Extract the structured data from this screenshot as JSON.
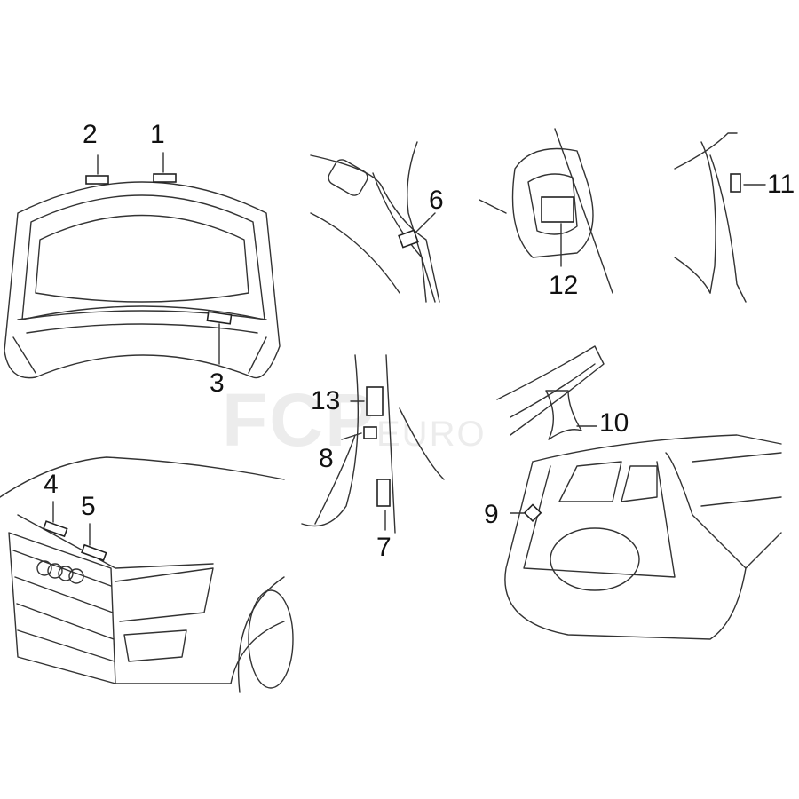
{
  "watermark": {
    "brand": "FCP",
    "suffix": "EURO"
  },
  "callouts": [
    {
      "id": "1",
      "label": "1"
    },
    {
      "id": "2",
      "label": "2"
    },
    {
      "id": "3",
      "label": "3"
    },
    {
      "id": "4",
      "label": "4"
    },
    {
      "id": "5",
      "label": "5"
    },
    {
      "id": "6",
      "label": "6"
    },
    {
      "id": "7",
      "label": "7"
    },
    {
      "id": "8",
      "label": "8"
    },
    {
      "id": "9",
      "label": "9"
    },
    {
      "id": "10",
      "label": "10"
    },
    {
      "id": "11",
      "label": "11"
    },
    {
      "id": "12",
      "label": "12"
    },
    {
      "id": "13",
      "label": "13"
    }
  ]
}
